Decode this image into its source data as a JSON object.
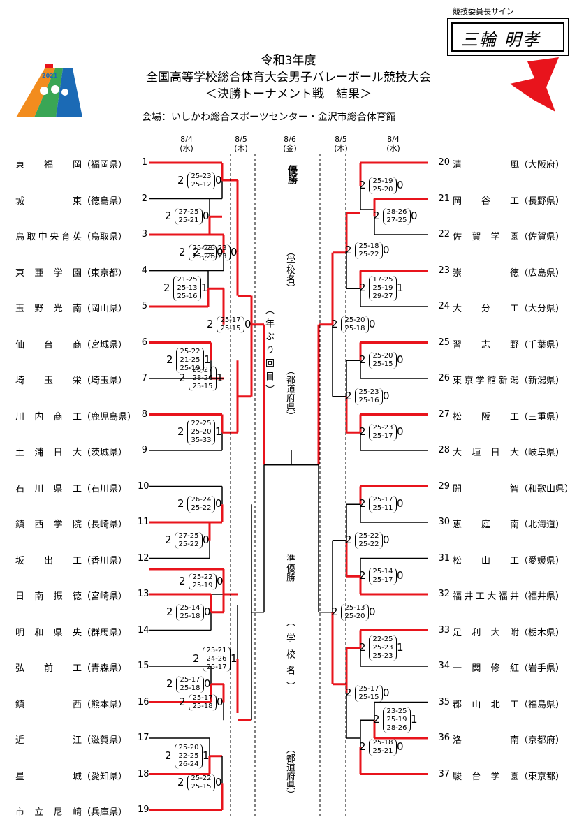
{
  "header": {
    "title_1": "令和3年度",
    "title_2": "全国高等学校総合体育大会男子バレーボール競技大会",
    "title_3": "＜決勝トーナメント戦　結果＞",
    "venue": "会場：いしかわ総合スポーツセンター・金沢市総合体育館",
    "logo_text": "2021"
  },
  "signature": {
    "label": "競技委員長サイン",
    "name": "三輪 明孝"
  },
  "dates": {
    "d1_left": "8/4",
    "w1_left": "(水)",
    "d2_left": "8/5",
    "w2_left": "(木)",
    "d3": "8/6",
    "w3": "(金)",
    "d2_right": "8/5",
    "w2_right": "(木)",
    "d1_right": "8/4",
    "w1_right": "(水)"
  },
  "left_teams": [
    {
      "num": "1",
      "school": "東福岡",
      "pref": "（福岡県）"
    },
    {
      "num": "2",
      "school": "城東",
      "pref": "（徳島県）"
    },
    {
      "num": "3",
      "school": "鳥取中央育英",
      "pref": "（鳥取県）"
    },
    {
      "num": "4",
      "school": "東亜学園",
      "pref": "（東京都）"
    },
    {
      "num": "5",
      "school": "玉野光南",
      "pref": "（岡山県）"
    },
    {
      "num": "6",
      "school": "仙台商",
      "pref": "（宮城県）"
    },
    {
      "num": "7",
      "school": "埼玉栄",
      "pref": "（埼玉県）"
    },
    {
      "num": "8",
      "school": "川内商工",
      "pref": "（鹿児島県）"
    },
    {
      "num": "9",
      "school": "土浦日大",
      "pref": "（茨城県）"
    },
    {
      "num": "10",
      "school": "石川県工",
      "pref": "（石川県）"
    },
    {
      "num": "11",
      "school": "鎮西学院",
      "pref": "（長崎県）"
    },
    {
      "num": "12",
      "school": "坂出工",
      "pref": "（香川県）"
    },
    {
      "num": "13",
      "school": "日南振徳",
      "pref": "（宮崎県）"
    },
    {
      "num": "14",
      "school": "明和県央",
      "pref": "（群馬県）"
    },
    {
      "num": "15",
      "school": "弘前工",
      "pref": "（青森県）"
    },
    {
      "num": "16",
      "school": "鎮西",
      "pref": "（熊本県）"
    },
    {
      "num": "17",
      "school": "近江",
      "pref": "（滋賀県）"
    },
    {
      "num": "18",
      "school": "星城",
      "pref": "（愛知県）"
    },
    {
      "num": "19",
      "school": "市立尼崎",
      "pref": "（兵庫県）"
    }
  ],
  "right_teams": [
    {
      "num": "20",
      "school": "清風",
      "pref": "（大阪府）"
    },
    {
      "num": "21",
      "school": "岡谷工",
      "pref": "（長野県）"
    },
    {
      "num": "22",
      "school": "佐賀学園",
      "pref": "（佐賀県）"
    },
    {
      "num": "23",
      "school": "崇徳",
      "pref": "（広島県）"
    },
    {
      "num": "24",
      "school": "大分工",
      "pref": "（大分県）"
    },
    {
      "num": "25",
      "school": "習志野",
      "pref": "（千葉県）"
    },
    {
      "num": "26",
      "school": "東京学館新潟",
      "pref": "（新潟県）"
    },
    {
      "num": "27",
      "school": "松阪工",
      "pref": "（三重県）"
    },
    {
      "num": "28",
      "school": "大垣日大",
      "pref": "（岐阜県）"
    },
    {
      "num": "29",
      "school": "開智",
      "pref": "（和歌山県）"
    },
    {
      "num": "30",
      "school": "恵庭南",
      "pref": "（北海道）"
    },
    {
      "num": "31",
      "school": "松山工",
      "pref": "（愛媛県）"
    },
    {
      "num": "32",
      "school": "福井工大福井",
      "pref": "（福井県）"
    },
    {
      "num": "33",
      "school": "足利大附",
      "pref": "（栃木県）"
    },
    {
      "num": "34",
      "school": "一関修紅",
      "pref": "（岩手県）"
    },
    {
      "num": "35",
      "school": "郡山北工",
      "pref": "（福島県）"
    },
    {
      "num": "36",
      "school": "洛南",
      "pref": "（京都府）"
    },
    {
      "num": "37",
      "school": "駿台学園",
      "pref": "（東京都）"
    }
  ],
  "center": {
    "champion_label": "優勝",
    "champion_school": "（学校名）",
    "champion_pref": "（都道府県）",
    "runner_up_label": "準優勝",
    "runner_up_school": "（学校名）",
    "runner_up_pref": "（都道府県）",
    "years": "（年ぶり回目）"
  },
  "matches": [
    {
      "id": "L1",
      "w": "2",
      "sets": [
        "25-23",
        "25-12"
      ],
      "l": "0"
    },
    {
      "id": "L2",
      "w": "2",
      "sets": [
        "27-25",
        "25-21"
      ],
      "l": "0"
    },
    {
      "id": "L3",
      "w": "2",
      "sets": [
        "25-23",
        "25-23"
      ],
      "l": "0"
    },
    {
      "id": "L4",
      "w": "2",
      "sets": [
        "21-25",
        "25-13",
        "25-16"
      ],
      "l": "1"
    },
    {
      "id": "L5",
      "w": "2",
      "sets": [
        "25-17",
        "25-15"
      ],
      "l": "0"
    },
    {
      "id": "L6",
      "w": "2",
      "sets": [
        "25-22",
        "21-25",
        "25-19"
      ],
      "l": "1"
    },
    {
      "id": "L7",
      "w": "2",
      "sets": [
        "25-27",
        "28-26",
        "25-15"
      ],
      "l": "1"
    },
    {
      "id": "L8",
      "w": "2",
      "sets": [
        "22-25",
        "25-20",
        "35-33"
      ],
      "l": "1"
    },
    {
      "id": "L9",
      "w": "2",
      "sets": [
        "26-24",
        "25-22"
      ],
      "l": "0"
    },
    {
      "id": "L10",
      "w": "2",
      "sets": [
        "27-25",
        "25-22"
      ],
      "l": "0"
    },
    {
      "id": "L11",
      "w": "2",
      "sets": [
        "25-22",
        "25-19"
      ],
      "l": "0"
    },
    {
      "id": "L12",
      "w": "2",
      "sets": [
        "25-14",
        "25-18"
      ],
      "l": "0"
    },
    {
      "id": "L13",
      "w": "2",
      "sets": [
        "25-21",
        "24-26",
        "25-17"
      ],
      "l": "1"
    },
    {
      "id": "L14",
      "w": "2",
      "sets": [
        "25-17",
        "25-18"
      ],
      "l": "0"
    },
    {
      "id": "L15",
      "w": "2",
      "sets": [
        "25-17",
        "25-18"
      ],
      "l": "0"
    },
    {
      "id": "L16",
      "w": "2",
      "sets": [
        "25-20",
        "22-25",
        "26-24"
      ],
      "l": "1"
    },
    {
      "id": "L17",
      "w": "2",
      "sets": [
        "25-22",
        "25-15"
      ],
      "l": "0"
    },
    {
      "id": "R1",
      "w": "2",
      "sets": [
        "25-19",
        "25-20"
      ],
      "l": "0"
    },
    {
      "id": "R2",
      "w": "2",
      "sets": [
        "28-26",
        "27-25"
      ],
      "l": "0"
    },
    {
      "id": "R3",
      "w": "2",
      "sets": [
        "25-18",
        "25-22"
      ],
      "l": "0"
    },
    {
      "id": "R4",
      "w": "2",
      "sets": [
        "17-25",
        "25-19",
        "29-27"
      ],
      "l": "1"
    },
    {
      "id": "R5",
      "w": "2",
      "sets": [
        "25-20",
        "25-18"
      ],
      "l": "0"
    },
    {
      "id": "R6",
      "w": "2",
      "sets": [
        "25-20",
        "25-15"
      ],
      "l": "0"
    },
    {
      "id": "R7",
      "w": "2",
      "sets": [
        "25-23",
        "25-16"
      ],
      "l": "0"
    },
    {
      "id": "R8",
      "w": "2",
      "sets": [
        "25-23",
        "25-17"
      ],
      "l": "0"
    },
    {
      "id": "R9",
      "w": "2",
      "sets": [
        "25-17",
        "25-11"
      ],
      "l": "0"
    },
    {
      "id": "R10",
      "w": "2",
      "sets": [
        "25-22",
        "25-22"
      ],
      "l": "0"
    },
    {
      "id": "R11",
      "w": "2",
      "sets": [
        "25-14",
        "25-17"
      ],
      "l": "0"
    },
    {
      "id": "R12",
      "w": "2",
      "sets": [
        "25-13",
        "25-20"
      ],
      "l": "0"
    },
    {
      "id": "R13",
      "w": "2",
      "sets": [
        "22-25",
        "25-23",
        "25-23"
      ],
      "l": "1"
    },
    {
      "id": "R14",
      "w": "2",
      "sets": [
        "25-17",
        "25-15"
      ],
      "l": "0"
    },
    {
      "id": "R15",
      "w": "2",
      "sets": [
        "23-25",
        "25-19",
        "28-26"
      ],
      "l": "1"
    },
    {
      "id": "R16",
      "w": "2",
      "sets": [
        "25-18",
        "25-21"
      ],
      "l": "0"
    }
  ],
  "colors": {
    "win_line": "#e8141c",
    "line": "#000000",
    "logo_orange": "#f28c1e",
    "logo_blue": "#1b6ab5",
    "logo_green": "#3aa655",
    "emblem": "#e8141c"
  }
}
